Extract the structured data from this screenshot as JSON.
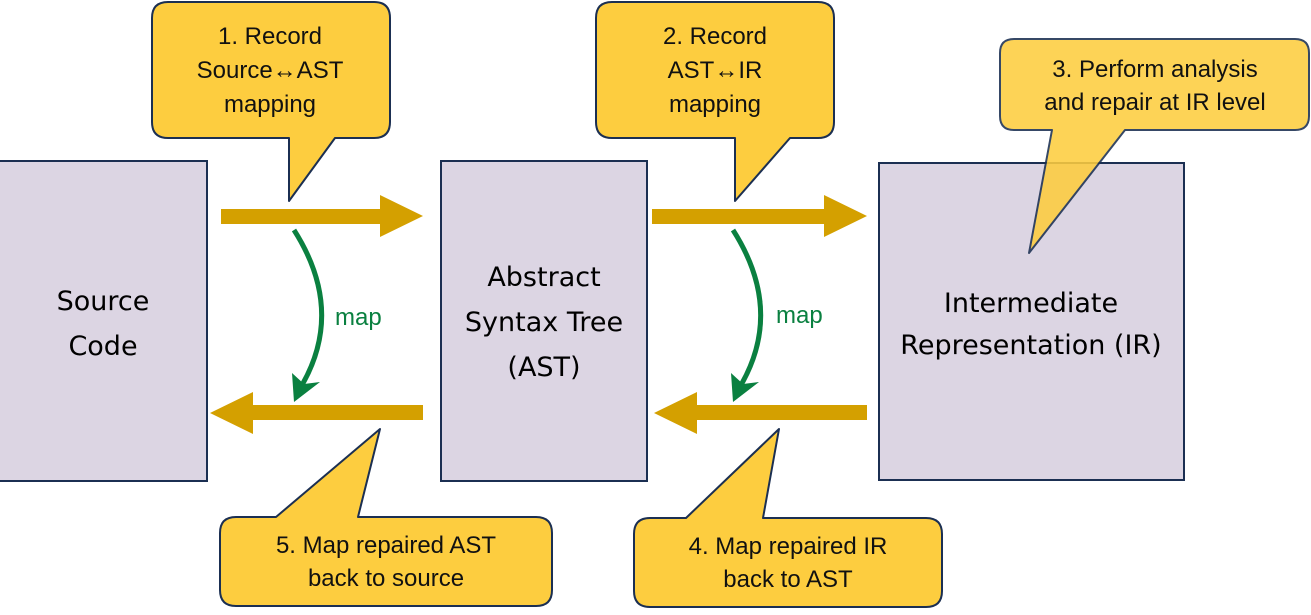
{
  "boxes": {
    "source": {
      "lines": [
        "Source",
        "Code"
      ]
    },
    "ast": {
      "lines": [
        "Abstract",
        "Syntax Tree",
        "(AST)"
      ]
    },
    "ir": {
      "lines": [
        "Intermediate",
        "Representation (IR)"
      ]
    }
  },
  "callouts": {
    "step1": {
      "lines": [
        "1. Record",
        "Source↔AST",
        "mapping"
      ]
    },
    "step2": {
      "lines": [
        "2. Record",
        "AST↔IR",
        "mapping"
      ]
    },
    "step3": {
      "lines": [
        "3. Perform analysis",
        "and repair at IR level"
      ]
    },
    "step4": {
      "lines": [
        "4. Map repaired IR",
        "back to AST"
      ]
    },
    "step5": {
      "lines": [
        "5. Map repaired AST",
        "back to source"
      ]
    }
  },
  "map_labels": {
    "left": "map",
    "right": "map"
  },
  "colors": {
    "box_fill": "#dcd5e3",
    "box_border": "#1b2f52",
    "callout_fill": "#fdcd3f",
    "arrow": "#d4a000",
    "map_green": "#0a8040"
  }
}
